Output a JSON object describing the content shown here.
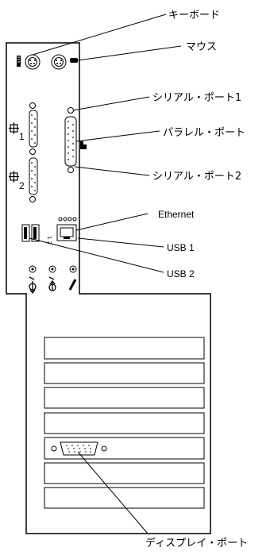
{
  "labels": {
    "keyboard": "キーボード",
    "mouse": "マウス",
    "serial1": "シリアル・ポート1",
    "parallel": "パラレル・ポート",
    "serial2": "シリアル・ポート2",
    "ethernet": "Ethernet",
    "usb1": "USB 1",
    "usb2": "USB 2",
    "display": "ディスプレイ・ポート"
  },
  "port_marks": {
    "serial1_number": "1",
    "serial2_number": "2",
    "usb_numbers": "1 2"
  },
  "slots": {
    "count": 7,
    "display_port_slot": 5
  },
  "colors": {
    "line": "#000000",
    "background": "#ffffff"
  }
}
